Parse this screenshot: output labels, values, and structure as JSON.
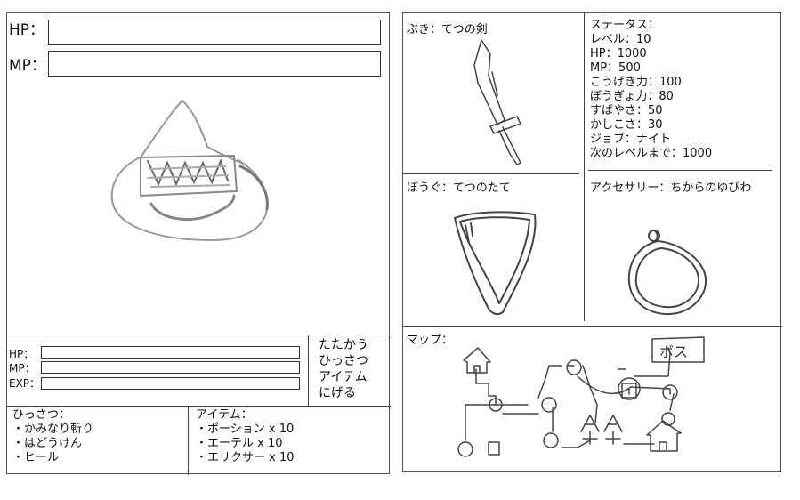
{
  "enemy_panel": {
    "hp_label": "HP：",
    "mp_label": "MP："
  },
  "player_status": {
    "hp_label": "HP：",
    "mp_label": "MP：",
    "exp_label": "EXP："
  },
  "commands": [
    "たたかう",
    "ひっさつ",
    "アイテム",
    "にげる"
  ],
  "skills": {
    "title": "ひっさつ：",
    "items": [
      "・かみなり斬り",
      "・はどうけん",
      "・ヒール"
    ]
  },
  "items": {
    "title": "アイテム：",
    "items": [
      "・ポーション x 10",
      "・エーテル x 10",
      "・エリクサー x 10"
    ]
  },
  "equipment": {
    "weapon": "ぶき：てつの剣",
    "armor": "ぼうぐ：てつのたて",
    "accessory": "アクセサリー：ちからのゆびわ"
  },
  "status": {
    "title": "ステータス：",
    "lines": [
      "レベル：10",
      "HP：1000",
      "MP：500",
      "こうげき力：100",
      "ぼうぎょ力：80",
      "すばやさ：50",
      "かしこさ：30",
      "ジョブ：ナイト",
      "次のレベルまで：1000"
    ]
  },
  "map": {
    "title": "マップ：",
    "boss_label": "ボス"
  }
}
